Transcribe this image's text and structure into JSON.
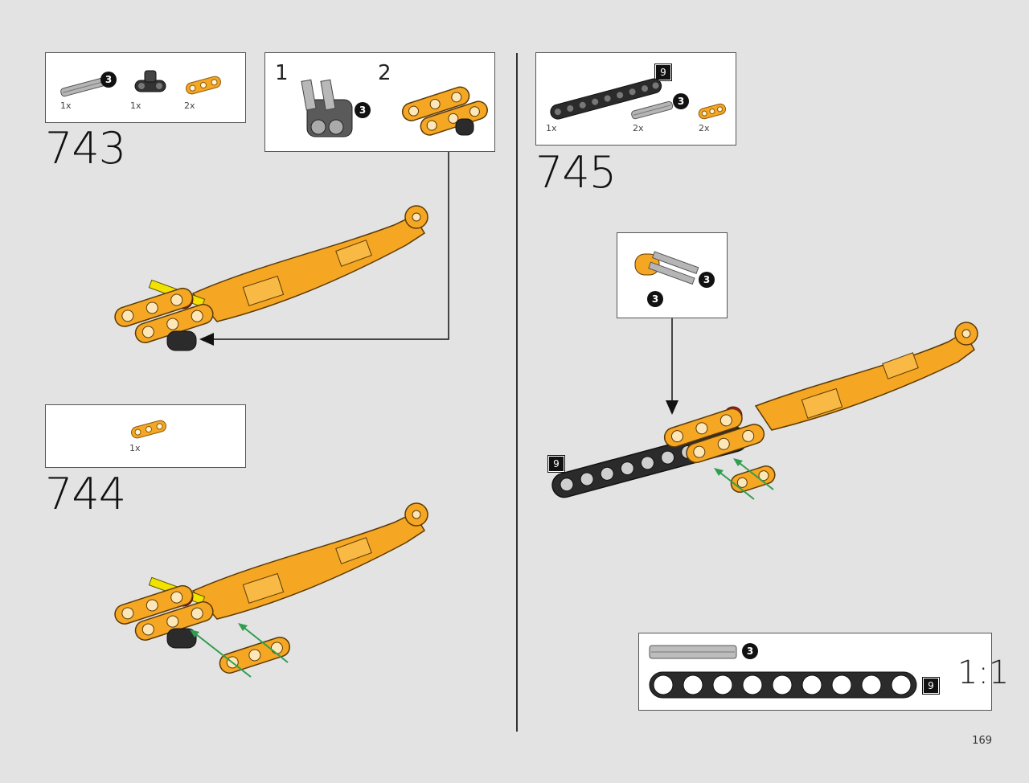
{
  "steps": [
    {
      "number": "743",
      "parts": [
        {
          "qty": "1x",
          "icon": "axle-gray"
        },
        {
          "qty": "1x",
          "icon": "connector-dark"
        },
        {
          "qty": "2x",
          "icon": "beam-orange-3"
        }
      ],
      "axle_length": "3",
      "substeps": [
        {
          "label": "1",
          "badge": "3"
        },
        {
          "label": "2"
        }
      ]
    },
    {
      "number": "744",
      "parts": [
        {
          "qty": "1x",
          "icon": "beam-orange-3"
        }
      ]
    },
    {
      "number": "745",
      "parts": [
        {
          "qty": "1x",
          "icon": "beam-black-9"
        },
        {
          "qty": "2x",
          "icon": "axle-gray"
        },
        {
          "qty": "2x",
          "icon": "beam-orange-3"
        }
      ],
      "beam_length": "9",
      "axle_length": "3",
      "callout_badges": [
        "3",
        "3"
      ],
      "assembly_badge": "9"
    }
  ],
  "scale_box": {
    "axle_badge": "3",
    "beam_badge": "9",
    "scale_label": "1:1"
  },
  "page_number": "169",
  "colors": {
    "orange": "#f5a623",
    "orange_dark": "#c47d0e",
    "black_beam": "#2b2b2b",
    "axle_gray": "#9a9a9a",
    "arrow_green": "#2e9e4f",
    "red_pin": "#d0181f",
    "yellow_axle": "#f2e200"
  }
}
